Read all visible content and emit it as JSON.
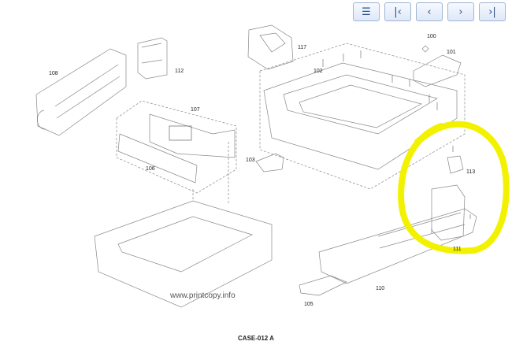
{
  "toolbar": {
    "buttons": [
      {
        "name": "menu-button",
        "icon": "menu-icon",
        "glyph": "☰"
      },
      {
        "name": "first-page-button",
        "icon": "first-page-icon",
        "glyph": "|‹"
      },
      {
        "name": "previous-page-button",
        "icon": "chevron-left-icon",
        "glyph": "‹"
      },
      {
        "name": "next-page-button",
        "icon": "chevron-right-icon",
        "glyph": "›"
      },
      {
        "name": "last-page-button",
        "icon": "last-page-icon",
        "glyph": "›|"
      }
    ]
  },
  "diagram": {
    "part_labels": [
      "100",
      "101",
      "102",
      "103",
      "105",
      "106",
      "107",
      "108",
      "110",
      "111",
      "112",
      "113",
      "117"
    ],
    "highlight_color": "#f2f200",
    "watermark": "www.printcopy.info",
    "caption": "CASE-012 A"
  }
}
